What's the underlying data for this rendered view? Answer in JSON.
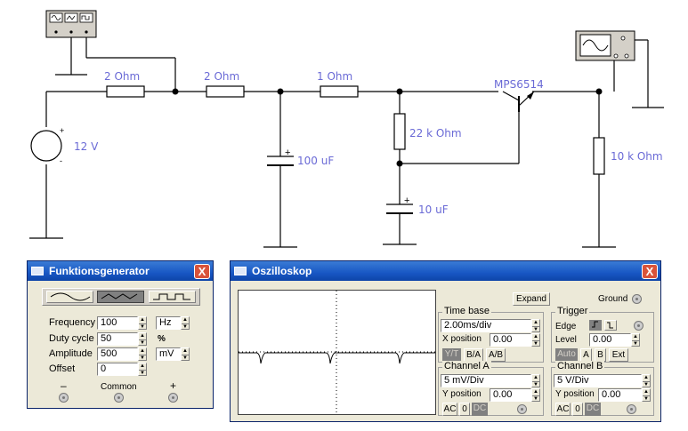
{
  "circuit": {
    "resistors": [
      "2  Ohm",
      "2  Ohm",
      "1  Ohm",
      "22 k Ohm",
      "10 k Ohm"
    ],
    "source": "12 V",
    "capacitors": [
      "100 uF",
      "10 uF"
    ],
    "transistor": "MPS6514",
    "plus": "+",
    "minus": "-"
  },
  "funcgen": {
    "title": "Funktionsgenerator",
    "close": "X",
    "waveforms": [
      "sine-wave-icon",
      "triangle-wave-icon",
      "square-wave-icon"
    ],
    "rows": [
      {
        "label": "Frequency",
        "value": "100",
        "unit": "Hz"
      },
      {
        "label": "Duty cycle",
        "value": "50",
        "unit": "%"
      },
      {
        "label": "Amplitude",
        "value": "500",
        "unit": "mV"
      },
      {
        "label": "Offset",
        "value": "0",
        "unit": ""
      }
    ],
    "terminals": {
      "minus": "–",
      "common": "Common",
      "plus": "+"
    }
  },
  "scope": {
    "title": "Oszilloskop",
    "close": "X",
    "expand": "Expand",
    "ground": "Ground",
    "timebase": {
      "title": "Time base",
      "value": "2.00ms/div",
      "xpos_label": "X position",
      "xpos_value": "0.00",
      "modes": [
        "Y/T",
        "B/A",
        "A/B"
      ]
    },
    "trigger": {
      "title": "Trigger",
      "edge_label": "Edge",
      "level_label": "Level",
      "level_value": "0.00",
      "modes": [
        "Auto",
        "A",
        "B",
        "Ext"
      ]
    },
    "channel_a": {
      "title": "Channel A",
      "value": "5  mV/Div",
      "ypos_label": "Y position",
      "ypos_value": "0.00",
      "coupling": [
        "AC",
        "0",
        "DC"
      ]
    },
    "channel_b": {
      "title": "Channel B",
      "value": "5  V/Div",
      "ypos_label": "Y position",
      "ypos_value": "0.00",
      "coupling": [
        "AC",
        "0",
        "DC"
      ]
    }
  }
}
